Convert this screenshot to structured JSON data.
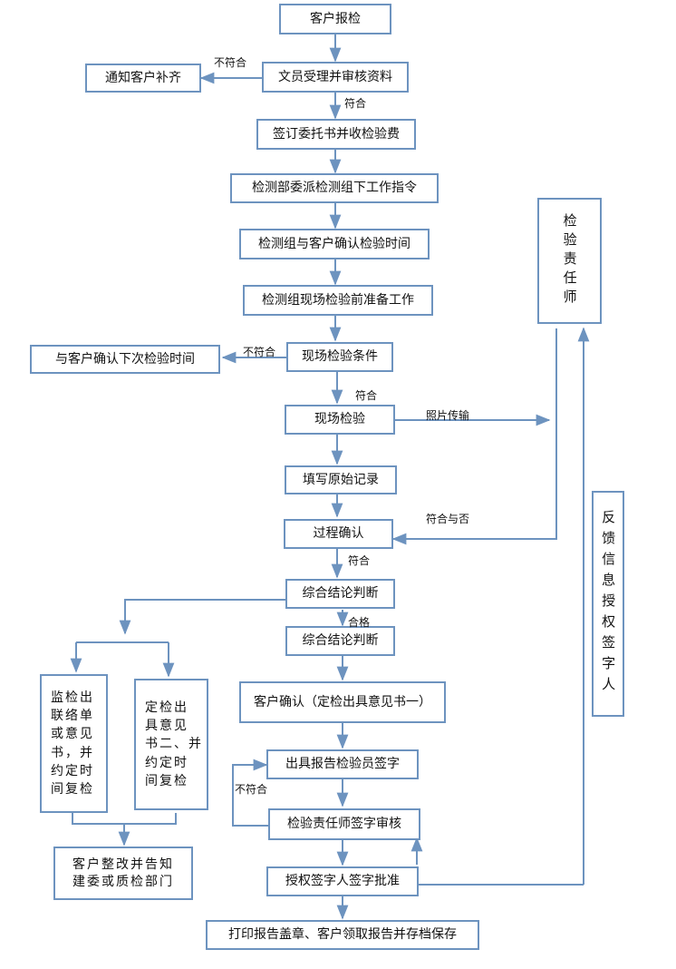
{
  "nodes": {
    "n1": "客户报检",
    "n2": "文员受理并审核资料",
    "n3": "通知客户补齐",
    "n4": "签订委托书并收检验费",
    "n5": "检测部委派检测组下工作指令",
    "n6": "检测组与客户确认检验时间",
    "n7": "检测组现场检验前准备工作",
    "n8": "现场检验条件",
    "n9": "与客户确认下次检验时间",
    "n10": "现场检验",
    "n11": "填写原始记录",
    "n12": "过程确认",
    "n13": "综合结论判断",
    "n14": "综合结论判断",
    "n15": "客户确认（定检出具意见书一）",
    "n16": "出具报告检验员签字",
    "n17": "检验责任师签字审核",
    "n18": "授权签字人签字批准",
    "n19": "打印报告盖章、客户领取报告并存档保存",
    "n20": "检验责任师",
    "n21": "反馈信息授权签字人",
    "n22": "监检出\n联络单\n或意见\n书，并\n约定时\n间复检",
    "n23": "定检出\n具意见\n书二、并\n约定时\n间复检",
    "n24": "客户整改并告知\n建委或质检部门"
  },
  "labels": {
    "l1": "不符合",
    "l2": "符合",
    "l3": "不符合",
    "l4": "符合",
    "l5": "照片传输",
    "l6": "符合与否",
    "l7": "符合",
    "l8": "合格",
    "l9": "不符合"
  },
  "colors": {
    "line": "#6d93bf",
    "border": "#6d93bf"
  }
}
